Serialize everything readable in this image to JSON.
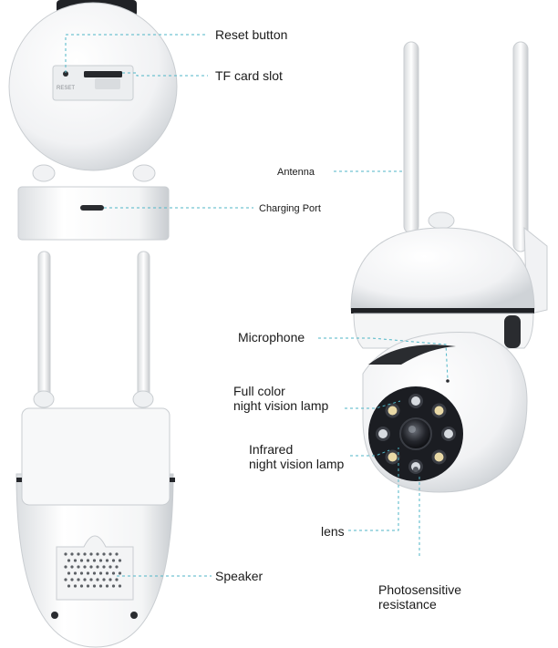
{
  "labels": {
    "reset_button": "Reset button",
    "tf_card_slot": "TF card slot",
    "charging_port": "Charging Port",
    "antenna": "Antenna",
    "microphone": "Microphone",
    "full_color_line1": "Full color",
    "full_color_line2": "night vision lamp",
    "infrared_line1": "Infrared",
    "infrared_line2": "night vision lamp",
    "lens": "lens",
    "speaker": "Speaker",
    "photosensitive_line1": "Photosensitive",
    "photosensitive_line2": "resistance"
  },
  "device_printed_text": "RESET",
  "colors": {
    "leader_line": "#4fb6c7",
    "device_body": "#ffffff",
    "device_shadow": "#d9dcdf",
    "dark_ring": "#1b1d22"
  }
}
